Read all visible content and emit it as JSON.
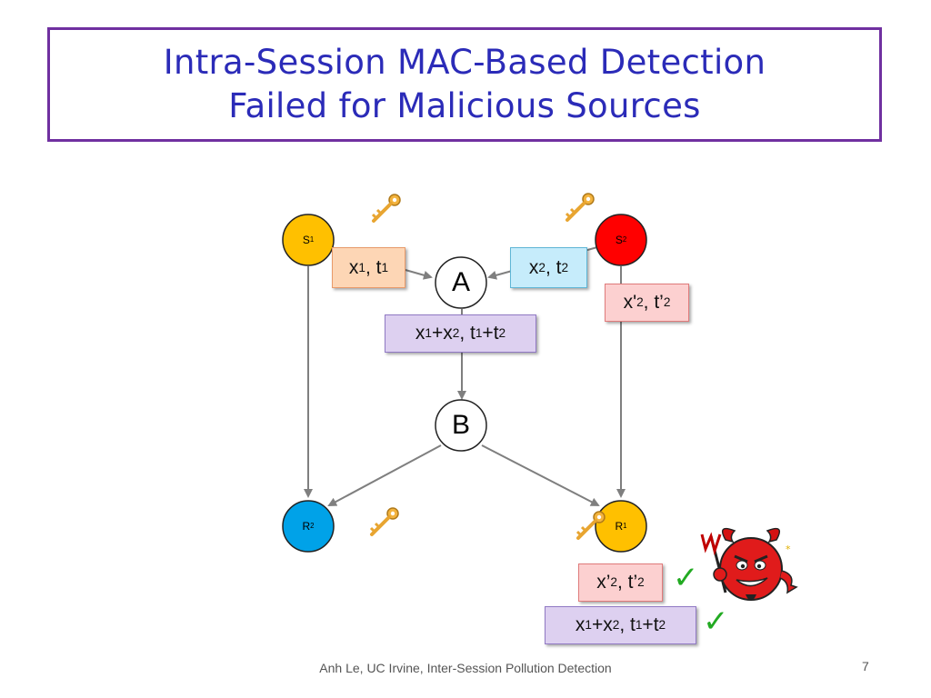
{
  "title": {
    "line1": "Intra-Session MAC-Based Detection",
    "line2": "Failed for Malicious Sources"
  },
  "nodes": {
    "s1": {
      "base": "S",
      "sub": "1"
    },
    "s2": {
      "base": "S",
      "sub": "2"
    },
    "a": "A",
    "b": "B",
    "r1": {
      "base": "R",
      "sub": "1"
    },
    "r2": {
      "base": "R",
      "sub": "2"
    }
  },
  "colors": {
    "s1": "#ffc000",
    "s2": "#ff0000",
    "r1": "#ffc000",
    "r2": "#00a2e8",
    "title_border": "#7030a0",
    "title_text": "#2b2bb8",
    "check": "#22aa22"
  },
  "labels": {
    "s1_packet": {
      "x": "x",
      "x_sub": "1",
      "sep": ", ",
      "t": "t",
      "t_sub": "1"
    },
    "s2_packet": {
      "x": "x",
      "x_sub": "2",
      "sep": ", ",
      "t": "t",
      "t_sub": "2"
    },
    "s2_polluted": {
      "x": "x'",
      "x_sub": "2",
      "sep": ", ",
      "t": "t’",
      "t_sub": "2"
    },
    "combined": {
      "x1": "x",
      "x1_sub": "1",
      "plus1": "+",
      "x2": "x",
      "x2_sub": "2",
      "sep": ", ",
      "t1": "t",
      "t1_sub": "1",
      "plus2": "+",
      "t2": "t",
      "t2_sub": "2"
    },
    "received_polluted": {
      "x": "x’",
      "x_sub": "2",
      "sep": ", ",
      "t": "t’",
      "t_sub": "2"
    },
    "received_combined": {
      "x1": "x",
      "x1_sub": "1",
      "plus1": "+",
      "x2": "x",
      "x2_sub": "2",
      "sep": ", ",
      "t1": "t",
      "t1_sub": "1",
      "plus2": "+",
      "t2": "t",
      "t2_sub": "2"
    }
  },
  "icons": [
    "key-icon",
    "devil-icon",
    "checkmark-icon"
  ],
  "checkmark": "✓",
  "footer": "Anh Le,  UC Irvine, Inter-Session Pollution Detection",
  "page_number": "7"
}
